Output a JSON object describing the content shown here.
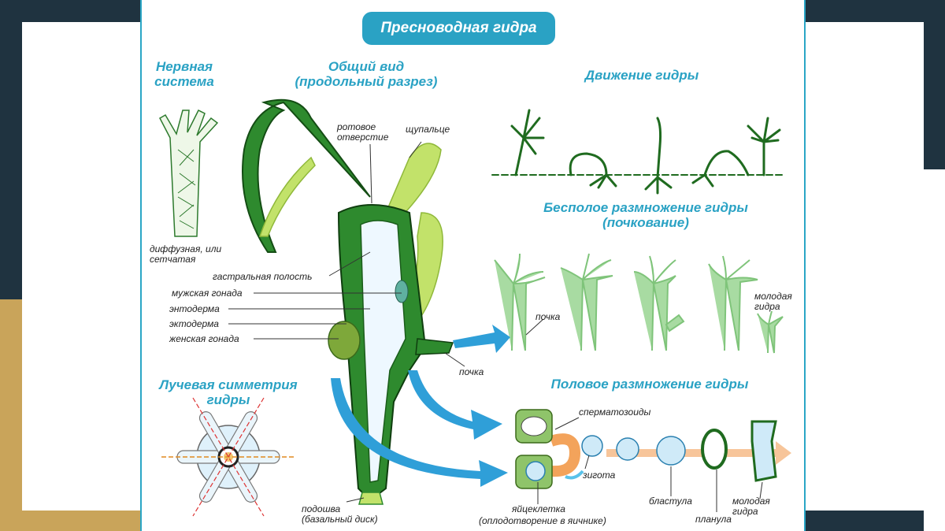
{
  "title": "Пресноводная гидра",
  "headings": {
    "nervous_line1": "Нервная",
    "nervous_line2": "система",
    "general_line1": "Общий вид",
    "general_line2": "(продольный разрез)",
    "movement": "Движение гидры",
    "asexual_line1": "Бесполое размножение гидры",
    "asexual_line2": "(почкование)",
    "sexual": "Половое размножение гидры",
    "radial_line1": "Лучевая симметрия",
    "radial_line2": "гидры"
  },
  "labels": {
    "diffuse_line1": "диффузная, или",
    "diffuse_line2": "сетчатая",
    "mouth_line1": "ротовое",
    "mouth_line2": "отверстие",
    "tentacle": "щупальце",
    "gastral": "гастральная полость",
    "male_gonad": "мужская гонада",
    "endoderm": "энтодерма",
    "ectoderm": "эктодерма",
    "female_gonad": "женская гонада",
    "bud_main": "почка",
    "sole_line1": "подошва",
    "sole_line2": "(базальный диск)",
    "bud_small": "почка",
    "young_hydra_line1": "молодая",
    "young_hydra_line2": "гидра",
    "sperm": "сперматозоиды",
    "zygote": "зигота",
    "egg": "яйцеклетка",
    "fertilization": "(оплодотворение  в яичнике)",
    "blastula": "бластула",
    "planula": "планула",
    "young2_line1": "молодая",
    "young2_line2": "гидра"
  },
  "colors": {
    "accent": "#2aa2c4",
    "dark_green": "#1f6b1f",
    "light_green": "#b9df5a",
    "bud_green": "#9ed49a",
    "arrow_blue": "#2f9fd8",
    "arrow_orange": "#f3a35b"
  }
}
